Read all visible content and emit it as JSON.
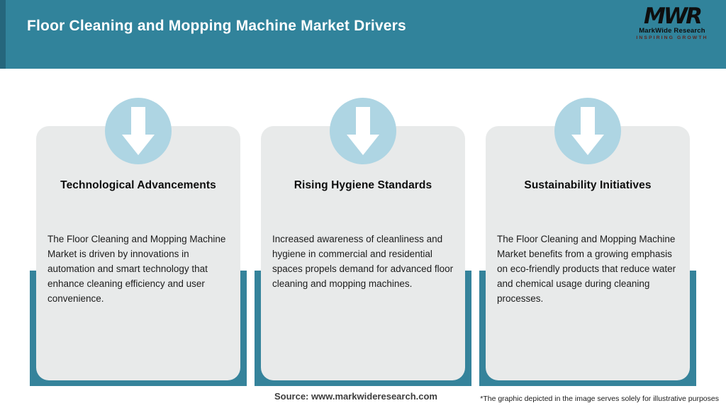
{
  "header": {
    "title": "Floor Cleaning and Mopping Machine Market Drivers",
    "logo": {
      "acronym": "MWR",
      "name": "MarkWide Research",
      "tagline": "INSPIRING GROWTH"
    }
  },
  "cards": [
    {
      "icon": "down-arrow-icon",
      "title": "Technological Advancements",
      "description": "The Floor Cleaning and Mopping Machine Market is driven by innovations in automation and smart technology that enhance cleaning efficiency and user convenience."
    },
    {
      "icon": "down-arrow-icon",
      "title": "Rising Hygiene Standards",
      "description": "Increased awareness of cleanliness and hygiene in commercial and residential spaces propels demand for advanced floor cleaning and mopping machines."
    },
    {
      "icon": "down-arrow-icon",
      "title": "Sustainability Initiatives",
      "description": "The Floor Cleaning and Mopping Machine Market benefits from a growing emphasis on eco-friendly products that reduce water and chemical usage during cleaning processes."
    }
  ],
  "footer": {
    "source": "Source: www.markwideresearch.com",
    "disclaimer": "*The graphic depicted in the image serves solely for illustrative purposes"
  },
  "colors": {
    "header_teal": "#31839B",
    "header_accent_dark": "#25667C",
    "tray_teal": "#35839B",
    "circle_blue": "#AED5E3",
    "card_gray": "#E8EAEA",
    "tagline_maroon": "#5A2620"
  }
}
